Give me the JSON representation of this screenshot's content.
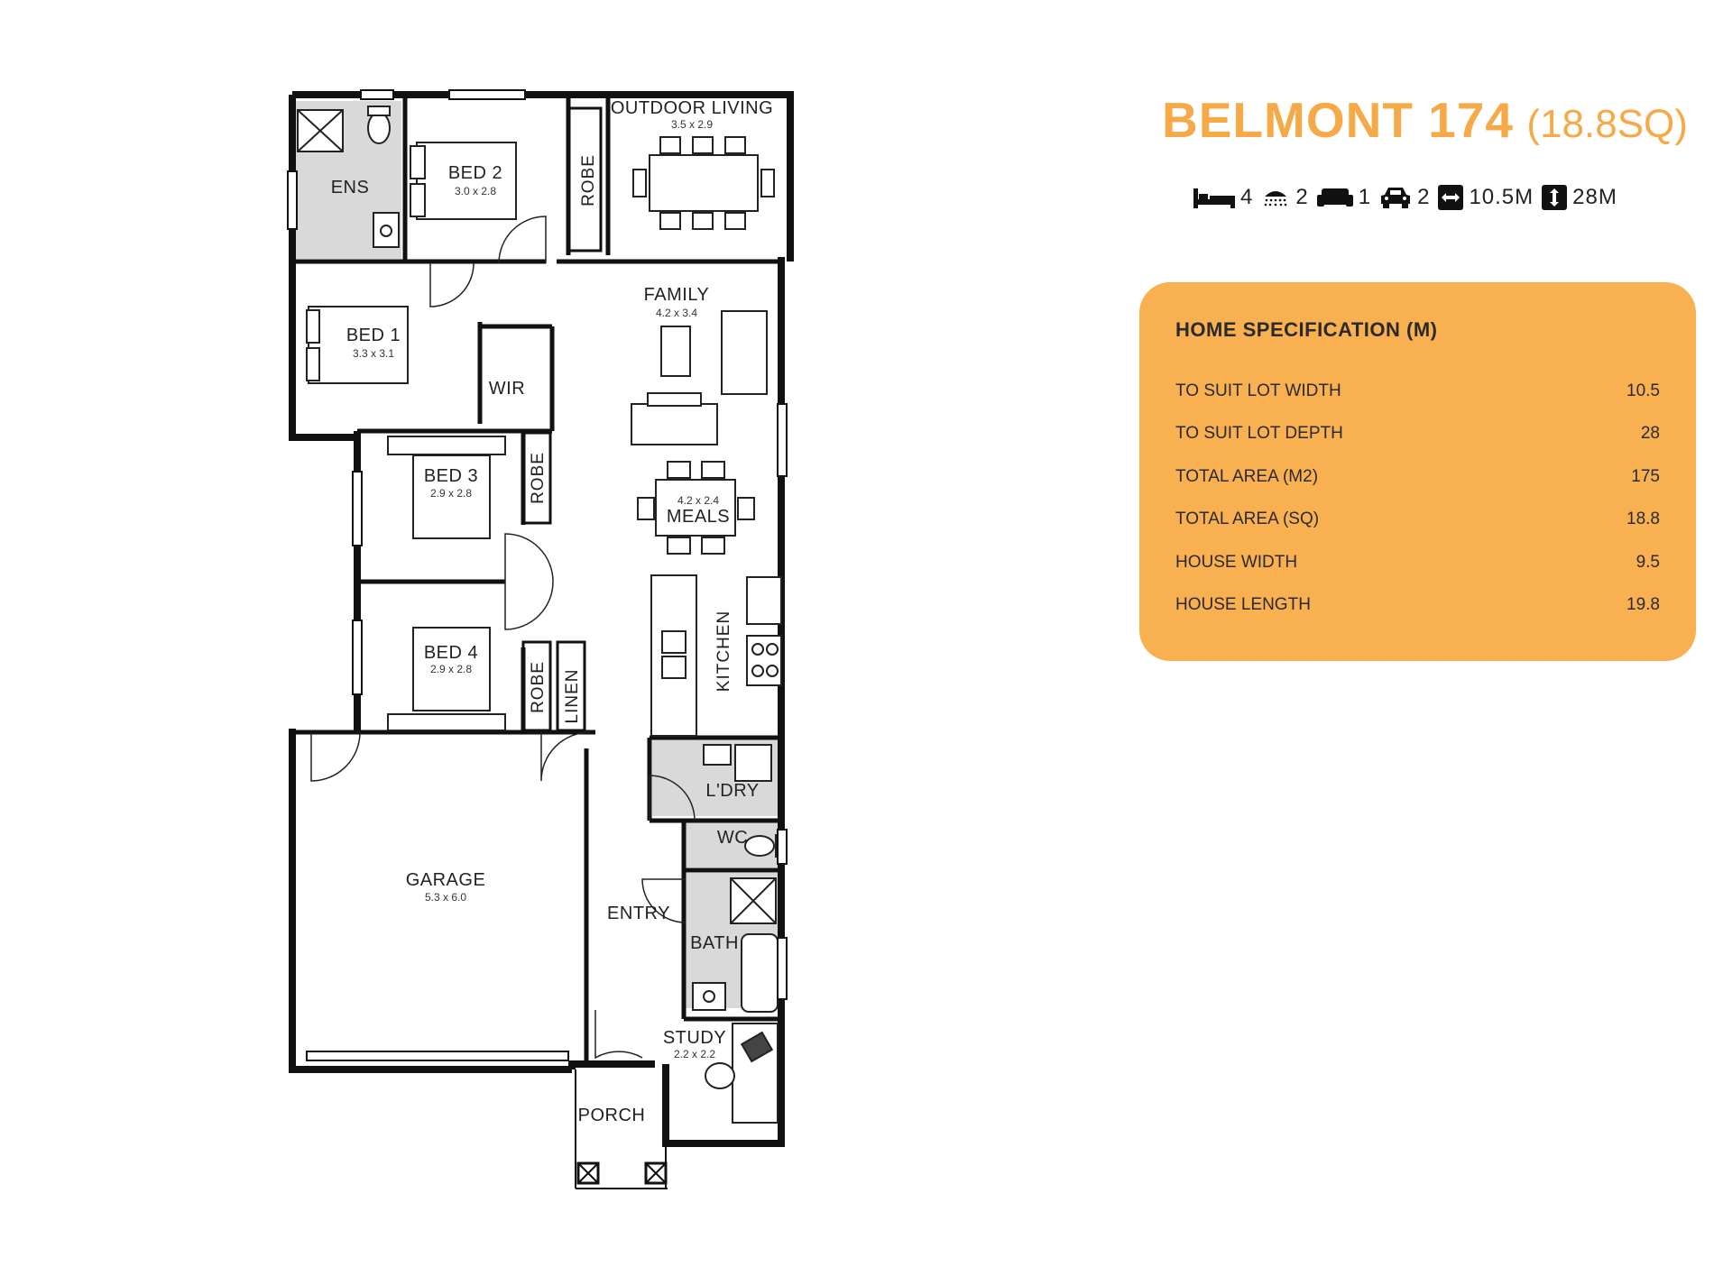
{
  "title": {
    "name": "BELMONT 174",
    "size": "(18.8SQ)"
  },
  "features": [
    {
      "icon": "bed-icon",
      "value": "4"
    },
    {
      "icon": "shower-icon",
      "value": "2"
    },
    {
      "icon": "sofa-icon",
      "value": "1"
    },
    {
      "icon": "car-icon",
      "value": "2"
    },
    {
      "icon": "width-icon",
      "value": "10.5M"
    },
    {
      "icon": "depth-icon",
      "value": "28M"
    }
  ],
  "spec": {
    "heading": "HOME SPECIFICATION (M)",
    "rows": [
      {
        "label": "TO SUIT LOT WIDTH",
        "value": "10.5"
      },
      {
        "label": "TO SUIT LOT DEPTH",
        "value": "28"
      },
      {
        "label": "TOTAL AREA (M2)",
        "value": "175"
      },
      {
        "label": "TOTAL AREA (SQ)",
        "value": "18.8"
      },
      {
        "label": "HOUSE WIDTH",
        "value": "9.5"
      },
      {
        "label": "HOUSE LENGTH",
        "value": "19.8"
      }
    ]
  },
  "rooms": {
    "ens": {
      "name": "ENS"
    },
    "bed2": {
      "name": "BED 2",
      "dims": "3.0 x 2.8"
    },
    "robe_top": {
      "name": "ROBE"
    },
    "outdoor": {
      "name": "OUTDOOR LIVING",
      "dims": "3.5 x 2.9"
    },
    "bed1": {
      "name": "BED 1",
      "dims": "3.3 x 3.1"
    },
    "wir": {
      "name": "WIR"
    },
    "family": {
      "name": "FAMILY",
      "dims": "4.2 x 3.4"
    },
    "bed3": {
      "name": "BED 3",
      "dims": "2.9 x 2.8"
    },
    "robe_bed3": {
      "name": "ROBE"
    },
    "meals": {
      "name": "MEALS",
      "dims": "4.2 x 2.4"
    },
    "bed4": {
      "name": "BED 4",
      "dims": "2.9 x 2.8"
    },
    "robe_bed4": {
      "name": "ROBE"
    },
    "linen": {
      "name": "LINEN"
    },
    "kitchen": {
      "name": "KITCHEN"
    },
    "laundry": {
      "name": "L'DRY"
    },
    "wc": {
      "name": "WC"
    },
    "garage": {
      "name": "GARAGE",
      "dims": "5.3 x 6.0"
    },
    "entry": {
      "name": "ENTRY"
    },
    "bath": {
      "name": "BATH"
    },
    "study": {
      "name": "STUDY",
      "dims": "2.2 x 2.2"
    },
    "porch": {
      "name": "PORCH"
    }
  },
  "colors": {
    "accent": "#f6a947",
    "card": "#f8b051",
    "wet_area": "#d9d9d9",
    "wall": "#111111"
  }
}
